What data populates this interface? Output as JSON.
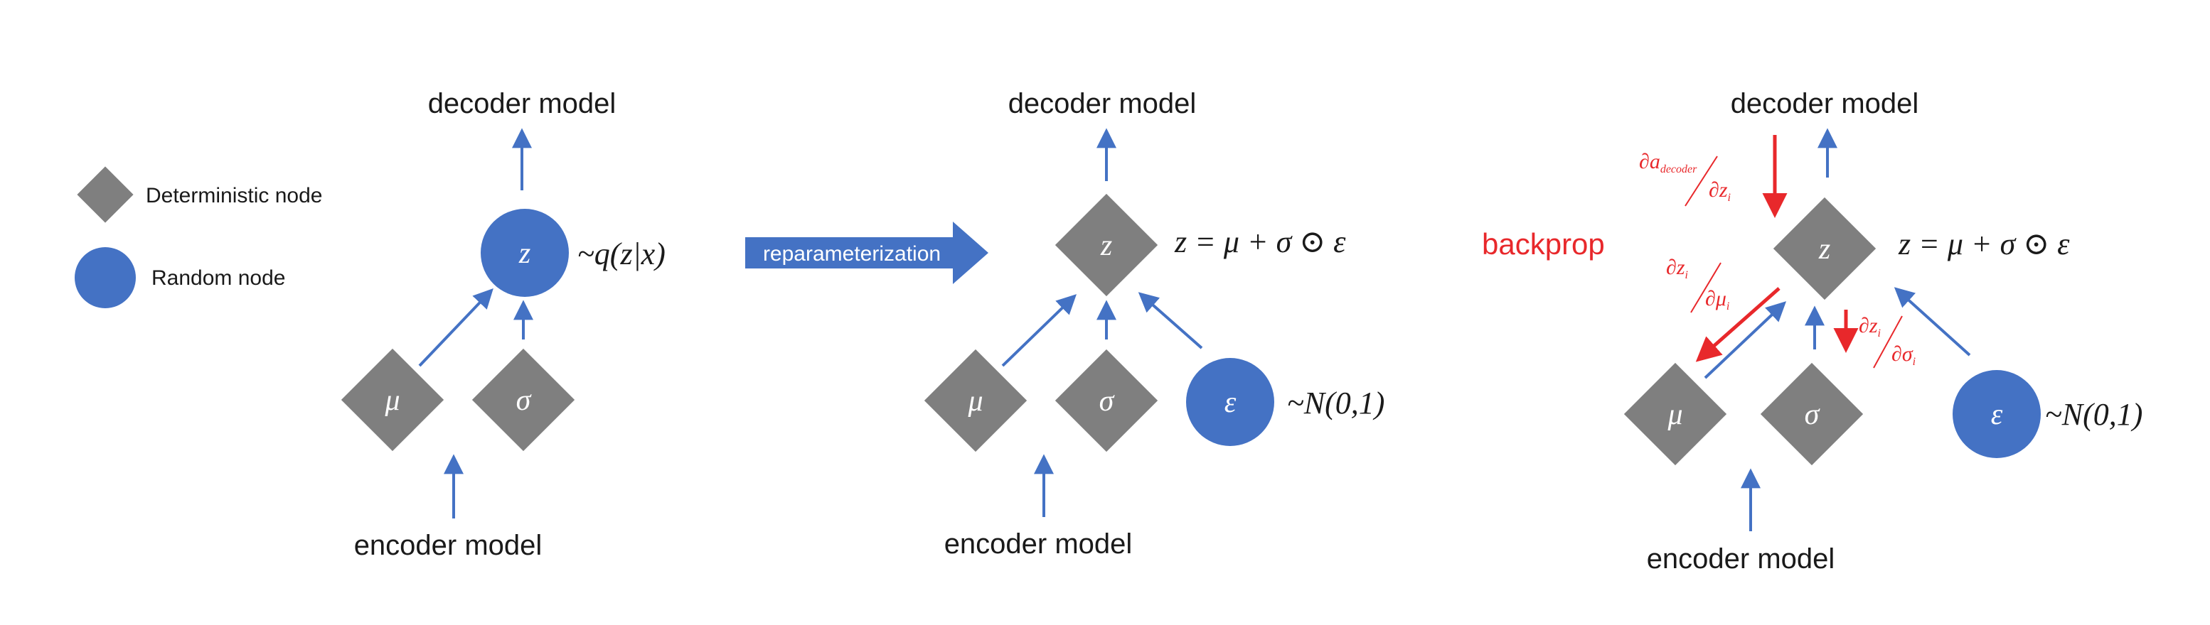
{
  "colors": {
    "deterministic": "#7f7f7f",
    "random": "#4472c4",
    "arrow": "#4472c4",
    "backprop": "#e8282b",
    "text": "#1a1a1a",
    "node_text": "#ffffff"
  },
  "legend": {
    "deterministic_label": "Deterministic node",
    "random_label": "Random node"
  },
  "panel1": {
    "decoder_label": "decoder model",
    "encoder_label": "encoder model",
    "z_symbol": "z",
    "mu_symbol": "μ",
    "sigma_symbol": "σ",
    "z_distribution": "~q(z|x)"
  },
  "reparam_arrow_label": "reparameterization",
  "panel2": {
    "decoder_label": "decoder model",
    "encoder_label": "encoder model",
    "z_symbol": "z",
    "mu_symbol": "μ",
    "sigma_symbol": "σ",
    "eps_symbol": "ε",
    "z_equation": "z = μ + σ ⊙ ε",
    "eps_distribution": "~N(0,1)"
  },
  "panel3": {
    "backprop_label": "backprop",
    "decoder_label": "decoder model",
    "encoder_label": "encoder model",
    "z_symbol": "z",
    "mu_symbol": "μ",
    "sigma_symbol": "σ",
    "eps_symbol": "ε",
    "z_equation": "z = μ + σ ⊙ ε",
    "eps_distribution": "~N(0,1)",
    "grad_decoder": {
      "num": "∂a",
      "num_sub": "decoder",
      "den": "∂z",
      "den_sub": "i"
    },
    "grad_mu": {
      "num": "∂z",
      "num_sub": "i",
      "den": "∂μ",
      "den_sub": "i"
    },
    "grad_sigma": {
      "num": "∂z",
      "num_sub": "i",
      "den": "∂σ",
      "den_sub": "i"
    }
  }
}
